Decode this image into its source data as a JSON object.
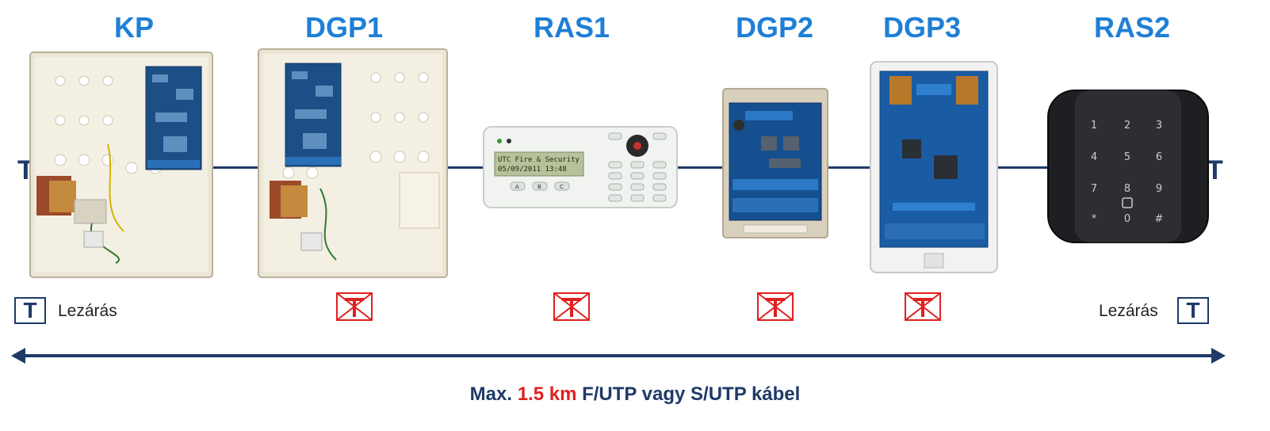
{
  "devices": [
    {
      "id": "kp",
      "label": "KP",
      "icon": "control-panel-icon"
    },
    {
      "id": "dgp1",
      "label": "DGP1",
      "icon": "control-panel-icon"
    },
    {
      "id": "ras1",
      "label": "RAS1",
      "icon": "keypad-lcd-icon"
    },
    {
      "id": "dgp2",
      "label": "DGP2",
      "icon": "circuit-board-icon"
    },
    {
      "id": "dgp3",
      "label": "DGP3",
      "icon": "circuit-board-icon"
    },
    {
      "id": "ras2",
      "label": "RAS2",
      "icon": "touch-keypad-icon"
    }
  ],
  "keypad_screen": {
    "line1": "UTC Fire & Security",
    "line2": "05/09/2011   13:48",
    "soft_keys": [
      "A",
      "B",
      "C"
    ]
  },
  "touch_keypad_keys": [
    "1",
    "2",
    "3",
    "4",
    "5",
    "6",
    "7",
    "8",
    "9",
    "*",
    "0",
    "#"
  ],
  "terminator_symbol": "T",
  "termination": {
    "left_text": "Lezárás",
    "right_text": "Lezárás",
    "box_symbol": "T"
  },
  "caption": {
    "prefix": "Max.",
    "distance": "1.5 km",
    "suffix": "F/UTP vagy S/UTP kábel"
  },
  "colors": {
    "label_blue": "#1f7fd6",
    "bus_navy": "#1f3a68",
    "no_termination_red": "#e02020"
  }
}
